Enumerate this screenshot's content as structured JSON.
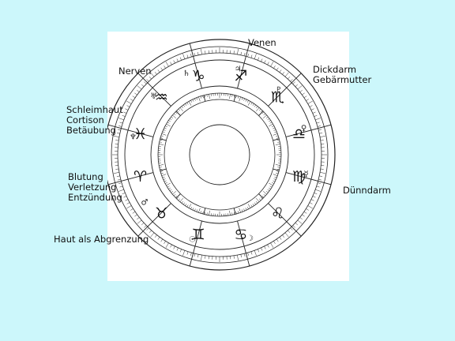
{
  "labels": {
    "venen": [
      "Venen"
    ],
    "nerven": [
      "Nerven"
    ],
    "dickdarm": [
      "Dickdarm",
      "Gebärmutter"
    ],
    "schleimhaut": [
      "Schleimhaut",
      "Cortison",
      "Betäubung"
    ],
    "duenndarm": [
      "Dünndarm"
    ],
    "blutung": [
      "Blutung",
      "Verletzung",
      "Entzündung"
    ],
    "haut": [
      "Haut als Abgrenzung"
    ]
  },
  "zodiac_signs": [
    {
      "glyph": "♑",
      "name": "capricorn"
    },
    {
      "glyph": "♐",
      "name": "sagittarius"
    },
    {
      "glyph": "♏",
      "name": "scorpio"
    },
    {
      "glyph": "♎",
      "name": "libra"
    },
    {
      "glyph": "♍",
      "name": "virgo"
    },
    {
      "glyph": "♌",
      "name": "leo"
    },
    {
      "glyph": "♋",
      "name": "cancer"
    },
    {
      "glyph": "♊",
      "name": "gemini"
    },
    {
      "glyph": "♉",
      "name": "taurus"
    },
    {
      "glyph": "♈",
      "name": "aries"
    },
    {
      "glyph": "♓",
      "name": "pisces"
    },
    {
      "glyph": "♒",
      "name": "aquarius"
    }
  ],
  "planets": [
    {
      "glyph": "♄",
      "name": "saturn"
    },
    {
      "glyph": "♃",
      "name": "jupiter"
    },
    {
      "glyph": "♇",
      "name": "pluto"
    },
    {
      "glyph": "♀",
      "name": "venus"
    },
    {
      "glyph": "☿",
      "name": "mercury"
    },
    {
      "glyph": "☽",
      "name": "moon"
    },
    {
      "glyph": "☉",
      "name": "sun"
    },
    {
      "glyph": "♂",
      "name": "mars"
    },
    {
      "glyph": "♆",
      "name": "neptune"
    },
    {
      "glyph": "♅",
      "name": "uranus"
    }
  ]
}
